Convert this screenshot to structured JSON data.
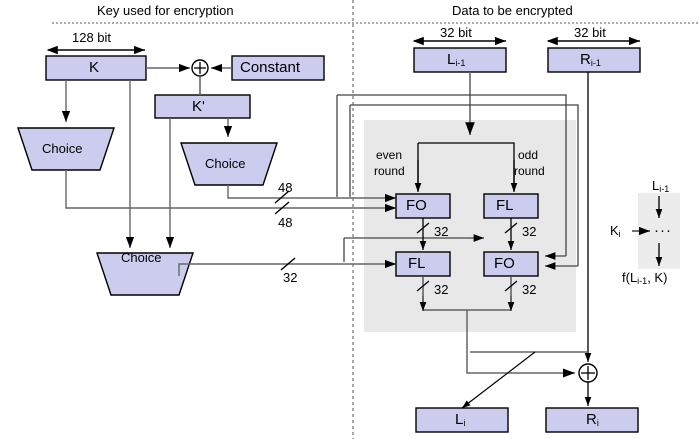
{
  "diagram": {
    "title_left": "Key used for encryption",
    "title_right": "Data to be encrypted",
    "colors": {
      "box_fill": "#ccccee",
      "box_stroke": "#000000",
      "group_fill": "#e8e8e8",
      "wire_dark": "#000000",
      "wire_gray": "#666666",
      "divider": "#555555"
    }
  },
  "key_section": {
    "width_label": "128 bit",
    "boxes": {
      "k": "K",
      "constant": "Constant",
      "k_prime": "K'",
      "choice_1": "Choice",
      "choice_2": "Choice",
      "choice_3": "Choice"
    },
    "xor_symbol": "⊕",
    "bus_labels": {
      "top_48": "48",
      "bottom_48": "48",
      "label_32": "32"
    }
  },
  "data_section": {
    "width_label_left": "32 bit",
    "width_label_right": "32 bit",
    "input_left": "L",
    "input_left_sub": "i-1",
    "input_right": "R",
    "input_right_sub": "i-1",
    "round_label_even_line1": "even",
    "round_label_even_line2": "round",
    "round_label_odd_line1": "odd",
    "round_label_odd_line2": "round",
    "functions": {
      "fo_top": "FO",
      "fl_top": "FL",
      "fl_bottom": "FL",
      "fo_bottom": "FO"
    },
    "bus_labels": {
      "fo_top_out": "32",
      "fl_top_out": "32",
      "fl_bottom_out": "32",
      "fo_bottom_out": "32"
    },
    "xor_symbol": "⊕",
    "output_left": "L",
    "output_left_sub": "i",
    "output_right": "R",
    "output_right_sub": "i"
  },
  "legend": {
    "input": "L",
    "input_sub": "i-1",
    "key_input": "K",
    "key_input_sub": "i",
    "body": "···",
    "output": "f(L",
    "output_sub": "i-1",
    "output_tail": ", K)"
  }
}
